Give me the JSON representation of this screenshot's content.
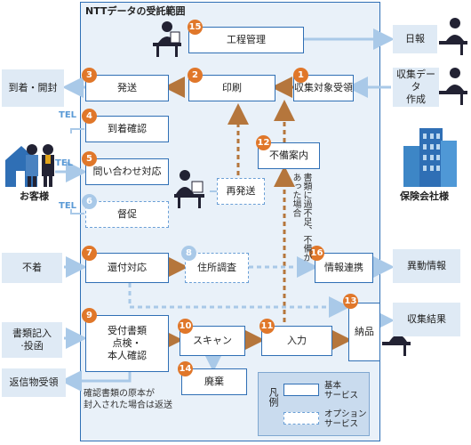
{
  "title": "NTTデータの受託範囲",
  "steps": {
    "s1": {
      "num": "1",
      "label": "収集対象受領"
    },
    "s2": {
      "num": "2",
      "label": "印刷"
    },
    "s3": {
      "num": "3",
      "label": "発送"
    },
    "s4": {
      "num": "4",
      "label": "到着確認"
    },
    "s5": {
      "num": "5",
      "label": "問い合わせ対応"
    },
    "s6": {
      "num": "6",
      "label": "督促"
    },
    "s7": {
      "num": "7",
      "label": "還付対応"
    },
    "s8": {
      "num": "8",
      "label": "住所調査"
    },
    "s9": {
      "num": "9",
      "label_lines": [
        "受付書類",
        "点検・",
        "本人確認"
      ]
    },
    "s10": {
      "num": "10",
      "label": "スキャン"
    },
    "s11": {
      "num": "11",
      "label": "入力"
    },
    "s12": {
      "num": "12",
      "label": "不備案内"
    },
    "s13": {
      "num": "13",
      "label": "納品"
    },
    "s14": {
      "num": "14",
      "label": "廃棄"
    },
    "s15": {
      "num": "15",
      "label": "工程管理"
    },
    "s16": {
      "num": "16",
      "label": "情報連携"
    },
    "resend": "再発送"
  },
  "external": {
    "daily_report": "日報",
    "data_creation": [
      "収集データ",
      "作成"
    ],
    "arrival": "到着・開封",
    "customer": "お客様",
    "insurer": "保険会社様",
    "undelivered": "不着",
    "change_info": "異動情報",
    "entry": [
      "書類記入",
      "·投函"
    ],
    "collect_result": "収集結果",
    "return_received": "返信物受領"
  },
  "tel": [
    "TEL",
    "TEL",
    "TEL"
  ],
  "notes": {
    "original_return": [
      "確認書類の原本が",
      "封入された場合は返送"
    ],
    "incomplete": "書類に過不足、不備があった場合"
  },
  "legend": {
    "title": "凡例",
    "basic": [
      "基本",
      "サービス"
    ],
    "option": [
      "オプション",
      "サービス"
    ]
  },
  "colors": {
    "orange": "#e0772a",
    "blue_frame": "#2f6fb5",
    "light_arrow": "#a9c9e8",
    "brown_arrow": "#b5763c"
  }
}
